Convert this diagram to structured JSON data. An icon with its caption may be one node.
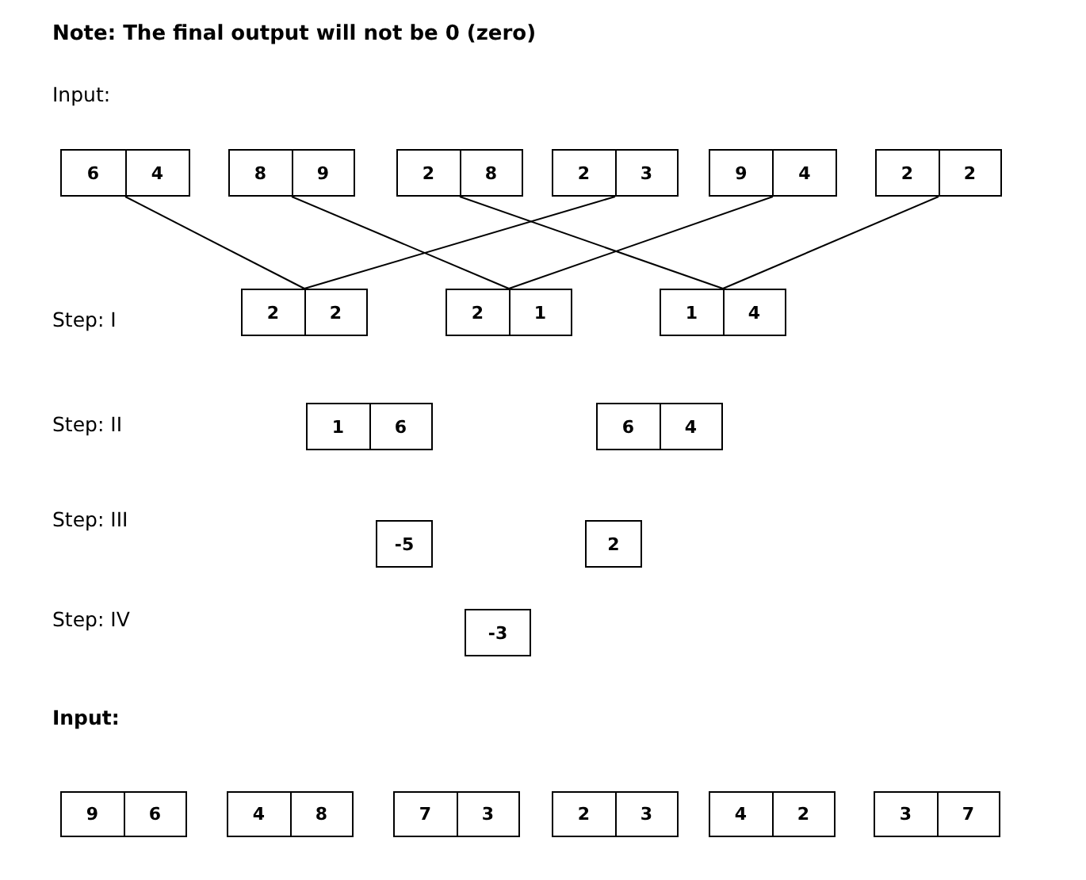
{
  "diagram": {
    "title": "Note: The final output will not be 0 (zero)",
    "nodes": [
      {
        "text": [
          "6",
          "4"
        ]
      },
      {
        "text": [
          "8",
          "9"
        ]
      },
      {
        "text": [
          "2",
          "8"
        ]
      },
      {
        "text": [
          "2",
          "3"
        ]
      },
      {
        "text": [
          "9",
          "4"
        ]
      },
      {
        "text": [
          "2",
          "2"
        ]
      },
      {
        "text": [
          "2",
          "2"
        ]
      },
      {
        "text": [
          "2",
          "1"
        ]
      },
      {
        "text": [
          "1",
          "4"
        ]
      },
      {
        "text": [
          "1",
          "6"
        ]
      },
      {
        "text": [
          "6",
          "4"
        ]
      },
      {
        "text": [
          "-5"
        ]
      },
      {
        "text": [
          "2"
        ]
      },
      {
        "text": [
          "-3"
        ]
      },
      {
        "text": [
          "9",
          "6"
        ]
      },
      {
        "text": [
          "4",
          "8"
        ]
      },
      {
        "text": [
          "7",
          "3"
        ]
      },
      {
        "text": [
          "2",
          "3"
        ]
      },
      {
        "text": [
          "4",
          "2"
        ]
      },
      {
        "text": [
          "3",
          "7"
        ]
      }
    ],
    "edges": [
      {
        "from": 0,
        "to": 6,
        "arrow": "none"
      },
      {
        "from": 3,
        "to": 6,
        "arrow": "none"
      },
      {
        "from": 1,
        "to": 7,
        "arrow": "none"
      },
      {
        "from": 4,
        "to": 7,
        "arrow": "none"
      },
      {
        "from": 2,
        "to": 8,
        "arrow": "none"
      },
      {
        "from": 5,
        "to": 8,
        "arrow": "none"
      }
    ],
    "labels": [
      "Input:",
      "Step: I",
      "Step: II",
      "Step: III",
      "Step: IV",
      "Input:"
    ]
  }
}
